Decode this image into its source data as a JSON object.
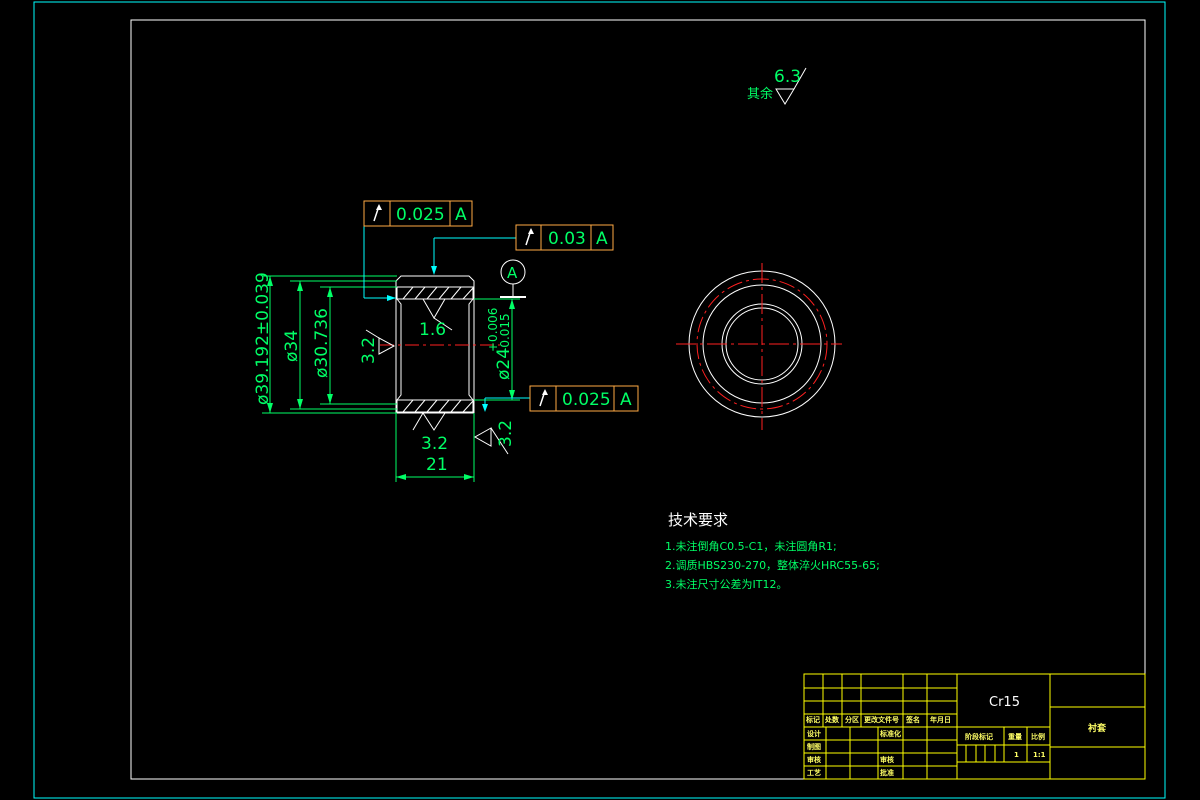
{
  "colors": {
    "background": "#000000",
    "sheet_border": "#00ffff",
    "frame": "#ffffff",
    "dimension": "#00ff66",
    "title_block": "#ffff00",
    "fcf": "#ffaa44",
    "centerline": "#ff2020",
    "hatch": "#ffffff"
  },
  "surface_finish": {
    "rest_label": "其余",
    "rest_value": "6.3",
    "bore": "1.6",
    "left_face": "3.2",
    "bottom": "3.2",
    "right_face": "3.2"
  },
  "dimensions": {
    "outer_diameter": "ø39.192±0.039",
    "diameter_34": "ø34",
    "diameter_30": "ø30.736",
    "bore_diameter": "ø24",
    "bore_tol_upper": "+0.006",
    "bore_tol_lower": "-0.015",
    "length": "21"
  },
  "datum": "A",
  "fcf": [
    {
      "symbol": "runout-icon",
      "tolerance": "0.025",
      "datum": "A"
    },
    {
      "symbol": "runout-icon",
      "tolerance": "0.03",
      "datum": "A"
    },
    {
      "symbol": "runout-icon",
      "tolerance": "0.025",
      "datum": "A"
    }
  ],
  "technical_requirements": {
    "title": "技术要求",
    "items": [
      "1.未注倒角C0.5-C1，未注圆角R1;",
      "2.调质HBS230-270，整体淬火HRC55-65;",
      "3.未注尺寸公差为IT12。"
    ]
  },
  "title_block": {
    "material": "Cr15",
    "part_name": "衬套",
    "scale_value": "1:1",
    "quantity_value": "1",
    "labels": {
      "mark": "标记",
      "count": "处数",
      "zone": "分区",
      "change_doc": "更改文件号",
      "signature": "签名",
      "date": "年月日",
      "design": "设计",
      "standardize": "标准化",
      "drafting": "制图",
      "review": "审核",
      "process": "工艺",
      "approve": "批准",
      "stage_mark": "阶段标记",
      "weight": "重量",
      "scale": "比例"
    }
  }
}
